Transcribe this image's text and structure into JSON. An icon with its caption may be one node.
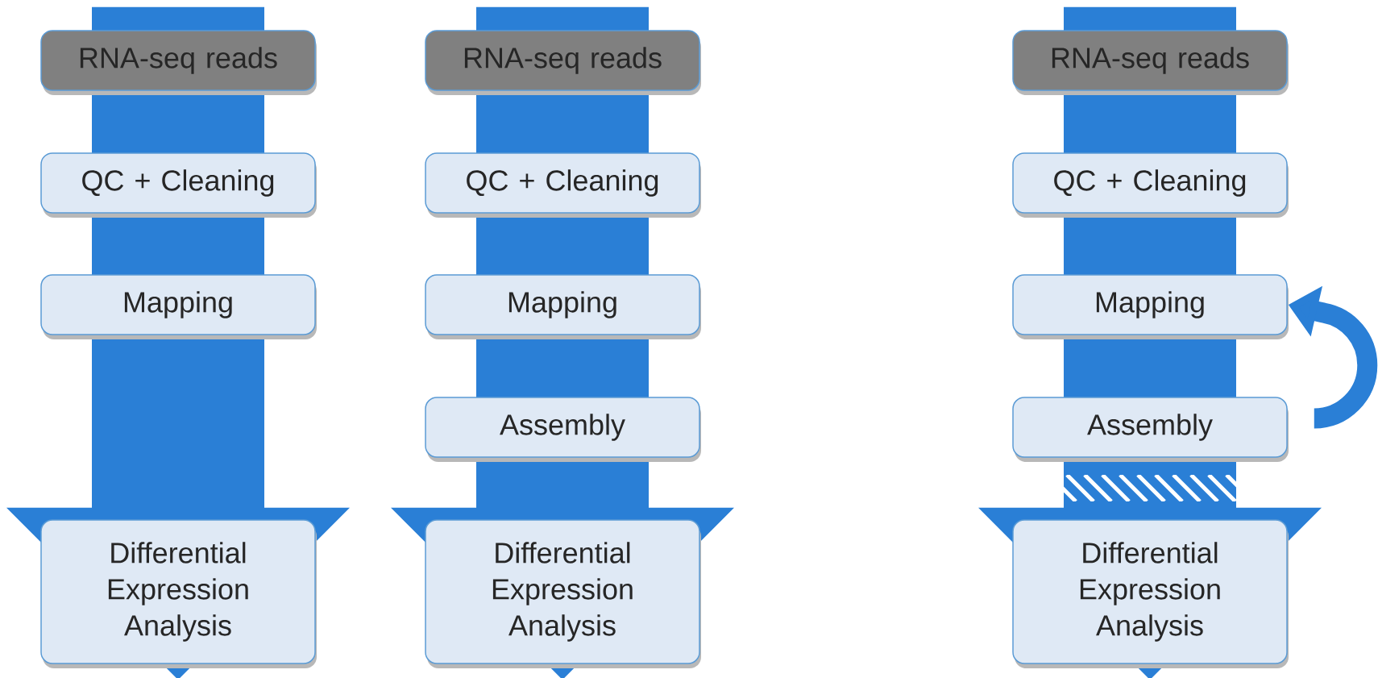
{
  "diagram": {
    "nodes": [
      {
        "text": [
          "RNA-seq reads"
        ]
      },
      {
        "text": [
          "QC + Cleaning"
        ]
      },
      {
        "text": [
          "Mapping"
        ]
      },
      {
        "text": [
          "Differential Expression Analysis"
        ]
      },
      {
        "text": [
          "RNA-seq reads"
        ]
      },
      {
        "text": [
          "QC + Cleaning"
        ]
      },
      {
        "text": [
          "Mapping"
        ]
      },
      {
        "text": [
          "Assembly"
        ]
      },
      {
        "text": [
          "Differential Expression Analysis"
        ]
      },
      {
        "text": [
          "RNA-seq reads"
        ]
      },
      {
        "text": [
          "QC + Cleaning"
        ]
      },
      {
        "text": [
          "Mapping"
        ]
      },
      {
        "text": [
          "Assembly"
        ]
      },
      {
        "text": [
          "Differential Expression Analysis"
        ]
      }
    ],
    "edges": [
      {
        "from": 0,
        "to": 3,
        "arrow": "to"
      },
      {
        "from": 4,
        "to": 8,
        "arrow": "to"
      },
      {
        "from": 9,
        "to": 13,
        "arrow": "to"
      },
      {
        "from": 12,
        "to": 11,
        "arrow": "to"
      }
    ]
  }
}
